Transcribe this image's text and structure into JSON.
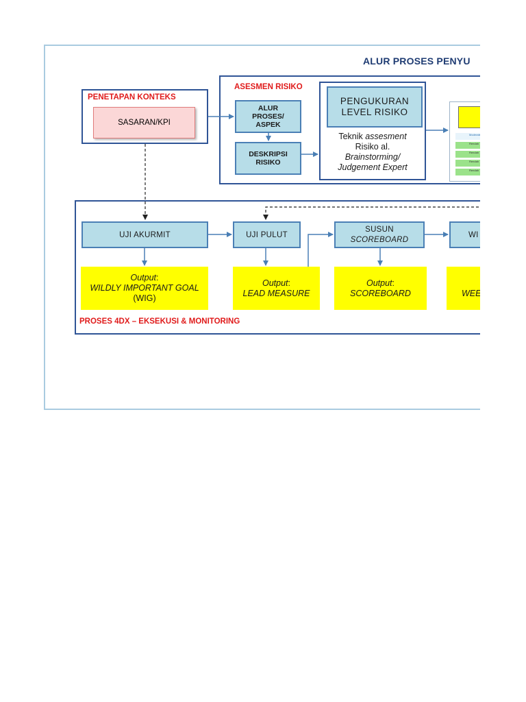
{
  "diagram": {
    "title": "ALUR PROSES PENYU",
    "context_group": {
      "label": "PENETAPAN KONTEKS",
      "box": "SASARAN/KPI"
    },
    "risk_group": {
      "label": "ASESMEN RISIKO",
      "alur": [
        "ALUR",
        "PROSES/",
        "ASPEK"
      ],
      "deskripsi": [
        "DESKRIPSI",
        "RISIKO"
      ],
      "pengukuran": [
        "PENGUKURAN",
        "LEVEL RISIKO"
      ],
      "teknik": {
        "prefix": "Teknik ",
        "assesment": "assesment",
        "line2": "Risiko al.",
        "line3": "Brainstorming/",
        "line4": "Judgement Expert"
      }
    },
    "process_group": {
      "label": "PROSES 4DX – EKSEKUSI & MONITORING",
      "steps": {
        "uji_akurmit": "UJI AKURMIT",
        "uji_pulut": "UJI PULUT",
        "susun_1": "SUSUN",
        "susun_2": "SCOREBOARD",
        "wi": "WI"
      },
      "outputs": {
        "label": "Output",
        "colon": ":",
        "wig_line1": "WILDLY IMPORTANT GOAL",
        "wig_line2": "(WIG)",
        "lead": "LEAD MEASURE",
        "scoreboard": "SCOREBOARD",
        "wee": "WEE"
      }
    },
    "mini_table": [
      "Moderate",
      "Rendah",
      "Rendah",
      "Rendah",
      "Rendah"
    ]
  },
  "colors": {
    "frame": "#a9cbe0",
    "group_border": "#2f5496",
    "label_red": "#e01b1b",
    "box_blue": "#b7dde8",
    "output_yellow": "#ffff00",
    "arrow": "#4a7fb5"
  }
}
